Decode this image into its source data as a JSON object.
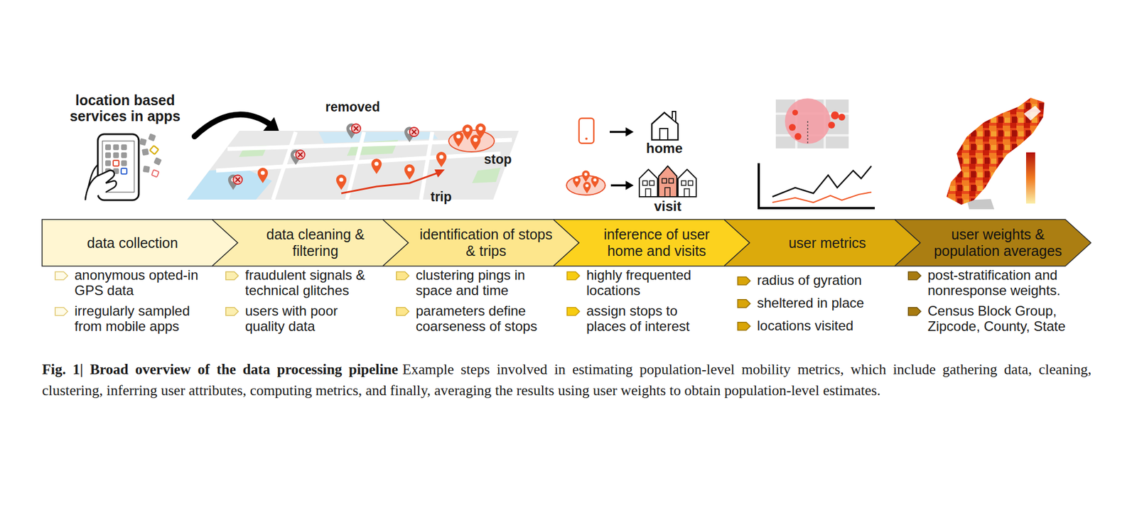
{
  "diagram": {
    "title": "Fig. 1| Broad overview of the data processing pipeline",
    "caption": "Example steps involved in estimating population-level mobility metrics, which include gathering data, cleaning, clustering, inferring user attributes, computing metrics, and finally, averaging the results using user weights to obtain population-level estimates.",
    "nodes": [
      {
        "text": [
          "data collection"
        ]
      },
      {
        "text": [
          "data cleaning & filtering"
        ]
      },
      {
        "text": [
          "identification of stops & trips"
        ]
      },
      {
        "text": [
          "inference of user home and visits"
        ]
      },
      {
        "text": [
          "user metrics"
        ]
      },
      {
        "text": [
          "user weights & population averages"
        ]
      }
    ],
    "labels": [
      "location based services in apps",
      "removed",
      "stop",
      "trip",
      "home",
      "visit",
      "anonymous opted-in GPS data",
      "irregularly sampled from mobile apps",
      "fraudulent signals & technical glitches",
      "users with poor quality data",
      "clustering pings in space and time",
      "parameters define coarseness of stops",
      "highly frequented locations",
      "assign stops to places of interest",
      "radius of gyration",
      "sheltered in place",
      "locations visited",
      "post-stratification and nonresponse weights.",
      "Census Block Group, Zipcode, County, State"
    ]
  }
}
